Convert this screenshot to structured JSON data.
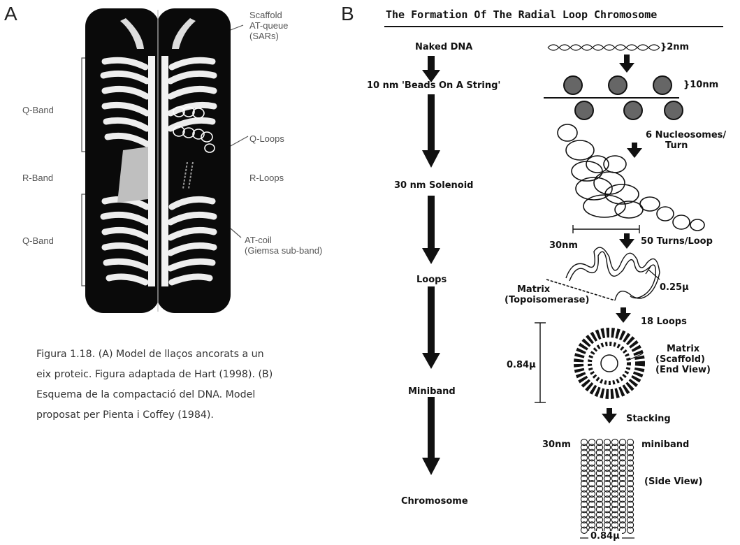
{
  "panel_a": {
    "letter": "A",
    "labels": {
      "q_band_top": "Q-Band",
      "r_band": "R-Band",
      "q_band_bottom": "Q-Band",
      "scaffold_1": "Scaffold",
      "scaffold_2": "AT-queue",
      "scaffold_3": "(SARs)",
      "q_loops": "Q-Loops",
      "r_loops": "R-Loops",
      "at_coil_1": "AT-coil",
      "at_coil_2": "(Giemsa sub-band)"
    }
  },
  "caption": {
    "line1": "Figura 1.18. (A) Model de llaços ancorats a un",
    "line2": "eix proteic. Figura adaptada de Hart (1998). (B)",
    "line3": "Esquema de la compactació del DNA. Model",
    "line4": "proposat per Pienta i Coffey (1984)."
  },
  "panel_b": {
    "letter": "B",
    "title": "The Formation Of The Radial Loop Chromosome",
    "stages": {
      "s1": "Naked DNA",
      "s2": "10 nm 'Beads On A String'",
      "s3": "30 nm Solenoid",
      "s4": "Loops",
      "s5": "Miniband",
      "s6": "Chromosome"
    },
    "annotations": {
      "dna_2nm": "}2nm",
      "beads_10nm": "}10nm",
      "nucleosomes_1": "6 Nucleosomes/",
      "nucleosomes_2": "Turn",
      "turns_loop": "50 Turns/Loop",
      "thirty_nm": "30nm",
      "matrix_1": "Matrix",
      "matrix_2": "(Topoisomerase)",
      "loop_width": "0.25μ",
      "eighteen_loops": "18 Loops",
      "matrix_scaffold_1": "Matrix",
      "matrix_scaffold_2": "(Scaffold)",
      "matrix_scaffold_3": "(End View)",
      "miniband_diam": "0.84μ",
      "stacking": "Stacking",
      "stack_30nm": "30nm",
      "miniband_label": "miniband",
      "side_view": "(Side View)",
      "stack_width": "0.84μ"
    }
  }
}
